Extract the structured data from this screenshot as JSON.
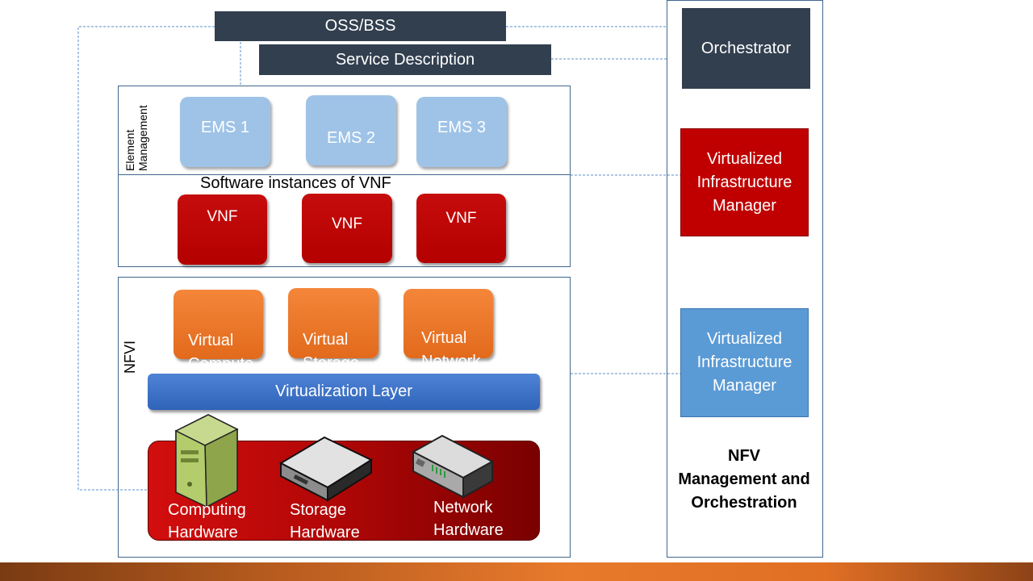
{
  "top": {
    "oss_bss": "OSS/BSS",
    "service_description": "Service Description"
  },
  "element_management": {
    "side_label": "Element\nManagement",
    "ems": [
      "EMS 1",
      "EMS 2",
      "EMS 3"
    ]
  },
  "vnf_section": {
    "title": "Software instances of VNF",
    "vnfs": [
      "VNF",
      "VNF",
      "VNF"
    ]
  },
  "nfvi": {
    "side_label": "NFVI",
    "resources": [
      "Virtual\nCompute",
      "Virtual\nStorage",
      "Virtual\nNetwork"
    ],
    "virtualization_layer": "Virtualization Layer",
    "hardware": [
      "Computing\nHardware",
      "Storage\nHardware",
      "Network\nHardware"
    ]
  },
  "mano": {
    "orchestrator": "Orchestrator",
    "vim_red": "Virtualized\nInfrastructure\nManager",
    "vim_blue": "Virtualized\nInfrastructure\nManager",
    "title": "NFV\nManagement and\nOrchestration"
  },
  "colors": {
    "dark_navy": "#323f4f",
    "ems_blue": "#9fc3e7",
    "vnf_red": "#c00000",
    "resource_orange": "#f07f2e",
    "layer_blue": "#3a6fc8",
    "vim_light_blue": "#5b9bd5",
    "footer_orange": "#e87a2c"
  }
}
